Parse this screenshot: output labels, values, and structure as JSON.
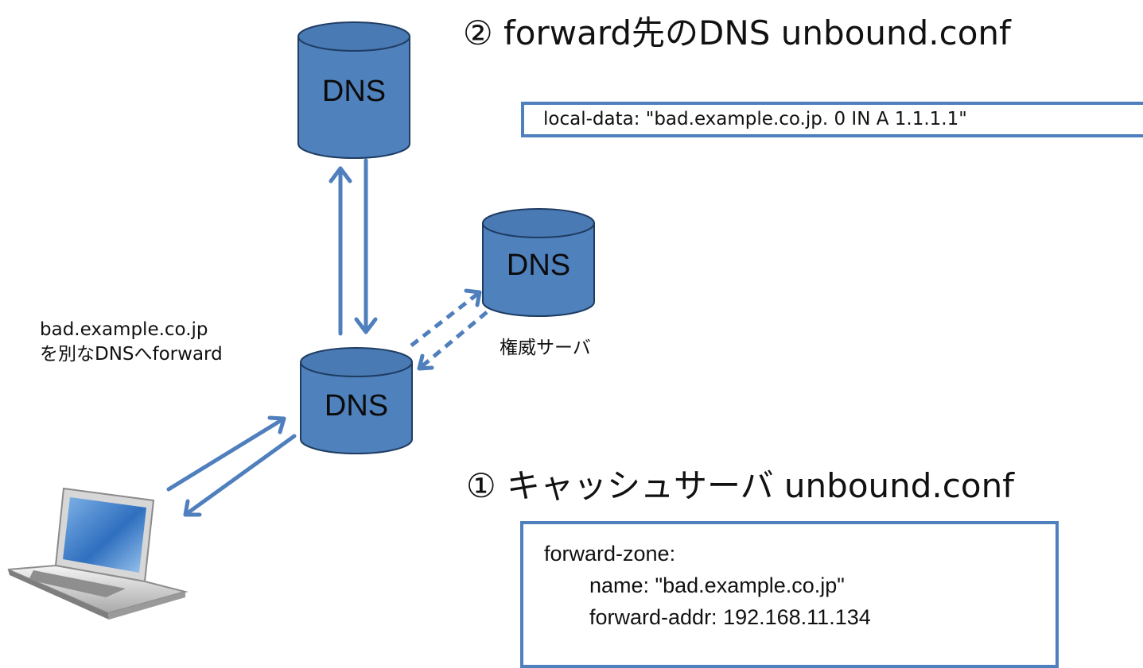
{
  "cylinder_colors": {
    "fill": "#4f81bd",
    "stroke": "#1f3d63",
    "top": "#4a7ab3"
  },
  "arrow_color": "#4f7fbd",
  "dns_top": {
    "label": "DNS"
  },
  "dns_authoritative": {
    "label": "DNS",
    "caption": "権威サーバ"
  },
  "dns_cache": {
    "label": "DNS"
  },
  "cache_note": {
    "line1": "bad.example.co.jp",
    "line2": "を別なDNSへforward"
  },
  "section_forward_dns": {
    "title": "② forward先のDNS unbound.conf",
    "config_line": "local-data: \"bad.example.co.jp. 0 IN A 1.1.1.1\""
  },
  "section_cache_server": {
    "title": "① キャッシュサーバ unbound.conf",
    "config_lines": [
      "forward-zone:",
      "name: \"bad.example.co.jp\"",
      "forward-addr: 192.168.11.134"
    ]
  },
  "client": {
    "icon": "laptop-icon"
  }
}
